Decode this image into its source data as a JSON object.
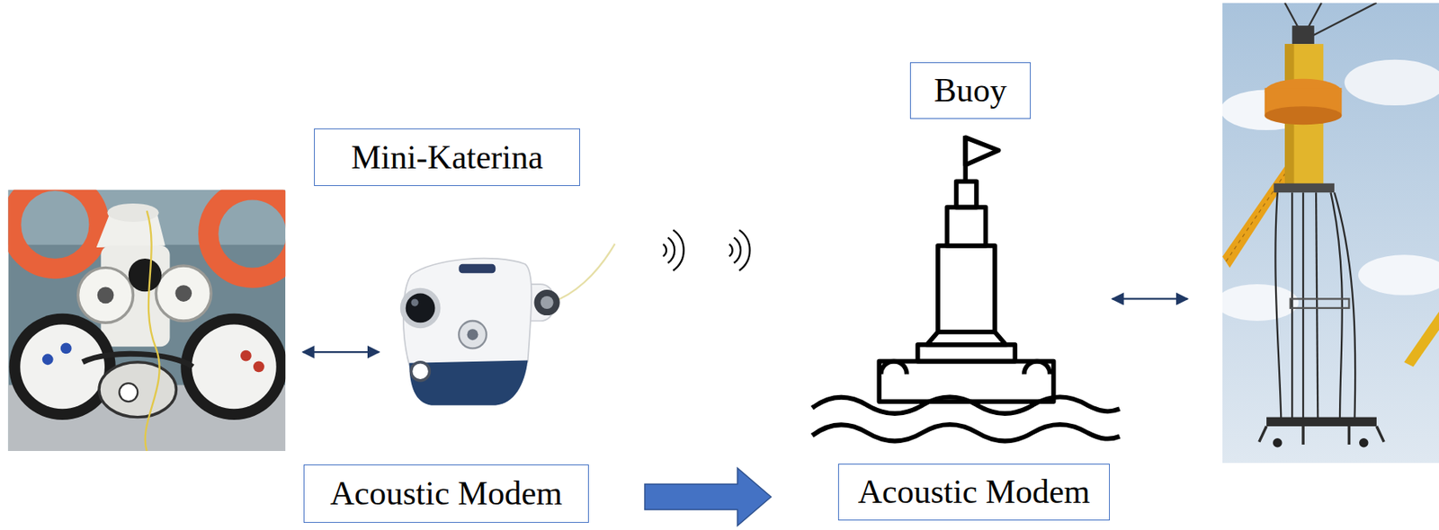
{
  "diagram": {
    "nodes": [
      {
        "text": [
          "Mini-Katerina"
        ]
      },
      {
        "text": [
          "Buoy"
        ]
      },
      {
        "text": [
          "Acoustic Modem"
        ]
      },
      {
        "text": [
          "Acoustic Modem"
        ]
      }
    ],
    "edges": [
      {
        "from": 2,
        "to": 3,
        "arrow": "to"
      }
    ]
  }
}
